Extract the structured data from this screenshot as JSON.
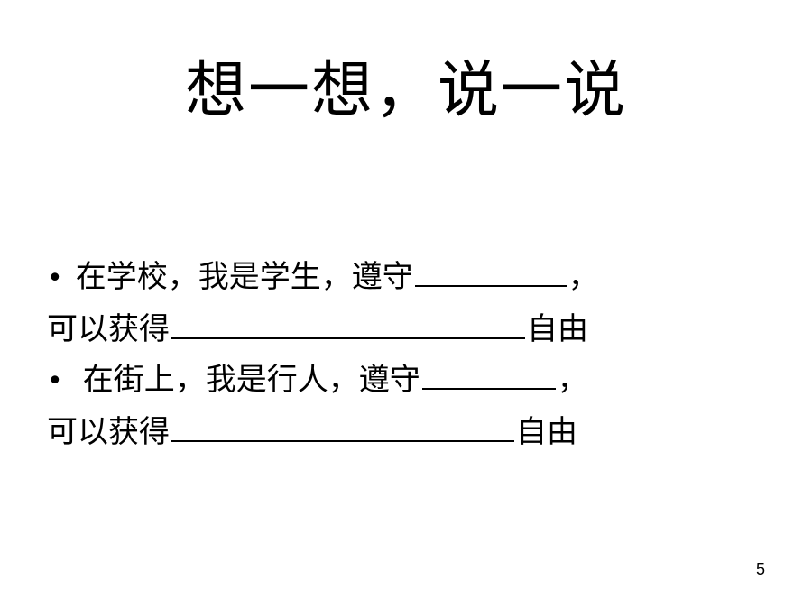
{
  "slide": {
    "title": "想一想，说一说",
    "lines": [
      {
        "bullet": "•",
        "before": "在学校，我是学生，遵守",
        "after": "，"
      },
      {
        "before": "可以获得",
        "after": "自由"
      },
      {
        "bullet": "•",
        "before": "在街上，我是行人，遵守",
        "after": "，"
      },
      {
        "before": "可以获得",
        "after": "自由"
      }
    ],
    "page_number": "5"
  }
}
